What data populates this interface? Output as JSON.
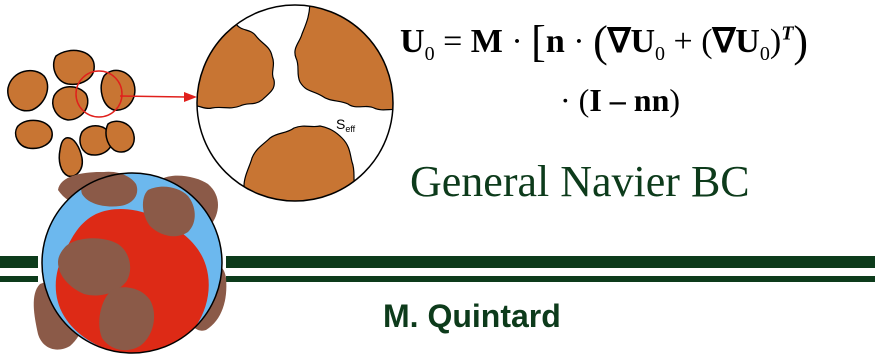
{
  "equation": {
    "lhs": "U",
    "lhs_sub": "0",
    "eq_sign": "=",
    "M": "M",
    "n": "n",
    "grad_u": "∇U",
    "grad_sub": "0",
    "plus": "+",
    "transpose_sup": "T",
    "line2_I": "I",
    "line2_minus": "–",
    "line2_nn": "nn"
  },
  "zoom_label_main": "S",
  "zoom_label_sub": "eff",
  "bc_title": "General Navier BC",
  "author": "M. Quintard",
  "colors": {
    "grain": "#c87533",
    "grain_dark": "#8b5a48",
    "fluid_blue": "#6cb8ee",
    "fluid_red": "#dd2a16",
    "bar_green": "#0d3b1b",
    "arrow_red": "#e0201c"
  }
}
